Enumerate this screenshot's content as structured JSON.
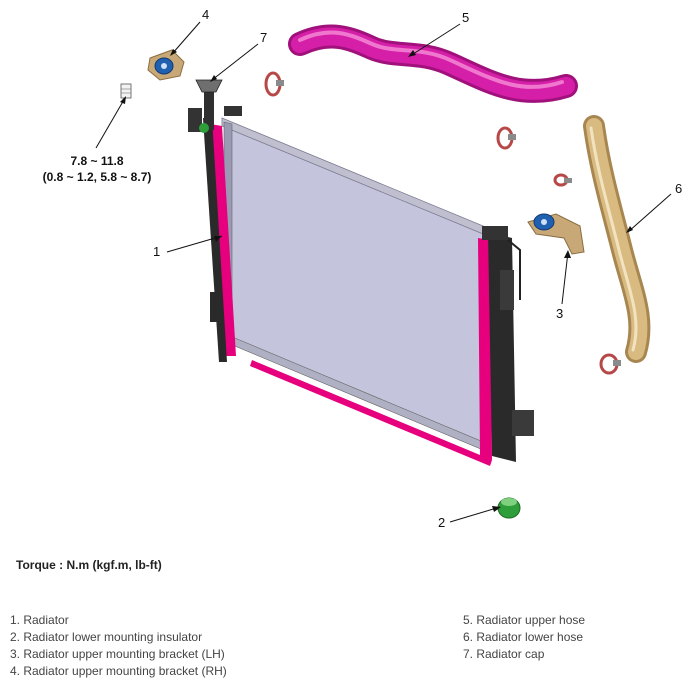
{
  "diagram": {
    "callouts": [
      "1",
      "2",
      "3",
      "4",
      "5",
      "6",
      "7"
    ],
    "torque_spec": {
      "line1": "7.8 ~ 11.8",
      "line2": "(0.8 ~ 1.2, 5.8 ~ 8.7)"
    }
  },
  "torque_caption": "Torque : N.m (kgf.m, lb-ft)",
  "legend": {
    "left": [
      "1. Radiator",
      "2. Radiator lower mounting insulator",
      "3. Radiator upper mounting bracket (LH)",
      "4. Radiator upper mounting bracket (RH)"
    ],
    "right": [
      "5. Radiator upper hose",
      "6. Radiator lower hose",
      "7. Radiator cap"
    ]
  },
  "colors": {
    "radiator_core": "#c4c4dd",
    "radiator_tank": "#e6007e",
    "upper_hose": "#d61fa8",
    "lower_hose": "#d9bb82",
    "bracket": "#c9a878",
    "insulator": "#2e9e3a",
    "bolt_blue": "#2060b0"
  }
}
